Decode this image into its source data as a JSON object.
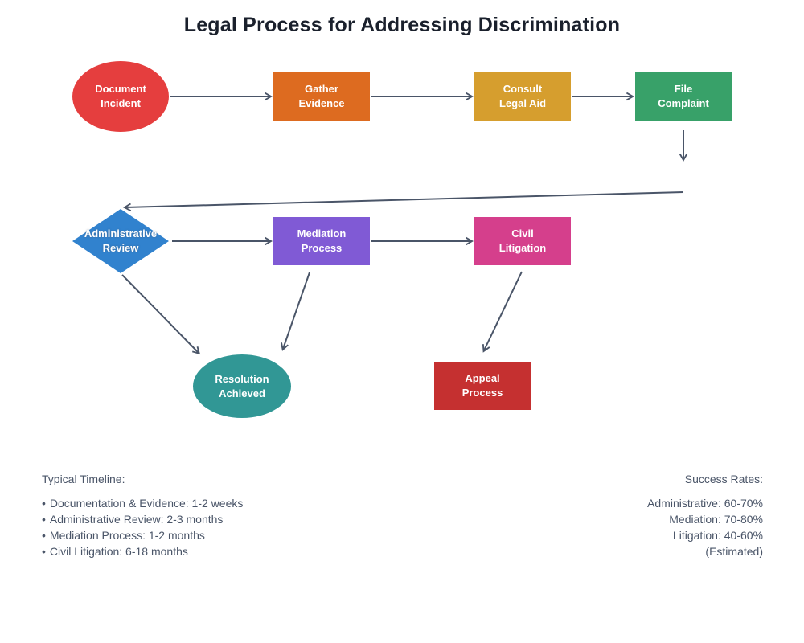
{
  "title": "Legal Process for Addressing Discrimination",
  "colors": {
    "title": "#1A202C",
    "arrow": "#4A5568",
    "note_text": "#4A5568"
  },
  "nodes": {
    "document_incident": {
      "line1": "Document",
      "line2": "Incident",
      "shape": "ellipse",
      "color": "#E53E3E"
    },
    "gather_evidence": {
      "line1": "Gather",
      "line2": "Evidence",
      "shape": "rect",
      "color": "#DD6B20"
    },
    "consult_legal_aid": {
      "line1": "Consult",
      "line2": "Legal Aid",
      "shape": "rect",
      "color": "#D69E2E"
    },
    "file_complaint": {
      "line1": "File",
      "line2": "Complaint",
      "shape": "rect",
      "color": "#38A169"
    },
    "administrative_review": {
      "line1": "Administrative",
      "line2": "Review",
      "shape": "diamond",
      "color": "#3182CE"
    },
    "mediation_process": {
      "line1": "Mediation",
      "line2": "Process",
      "shape": "rect",
      "color": "#805AD5"
    },
    "civil_litigation": {
      "line1": "Civil",
      "line2": "Litigation",
      "shape": "rect",
      "color": "#D53F8C"
    },
    "resolution_achieved": {
      "line1": "Resolution",
      "line2": "Achieved",
      "shape": "ellipse",
      "color": "#319795"
    },
    "appeal_process": {
      "line1": "Appeal",
      "line2": "Process",
      "shape": "rect",
      "color": "#C53030"
    }
  },
  "timeline": {
    "heading": "Typical Timeline:",
    "bullet": "•",
    "items": [
      "Documentation & Evidence: 1-2 weeks",
      "Administrative Review: 2-3 months",
      "Mediation Process: 1-2 months",
      "Civil Litigation: 6-18 months"
    ]
  },
  "success_rates": {
    "heading": "Success Rates:",
    "items": [
      "Administrative: 60-70%",
      "Mediation: 70-80%",
      "Litigation: 40-60%",
      "(Estimated)"
    ]
  }
}
